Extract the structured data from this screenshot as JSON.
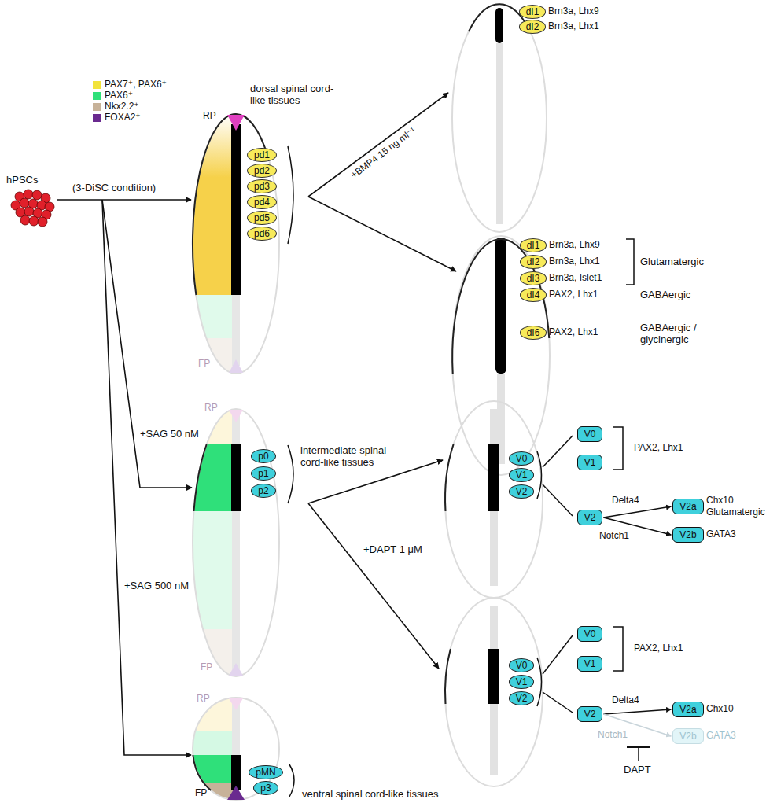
{
  "diagram": {
    "nodes": [
      {
        "text": [
          "pd1"
        ]
      },
      {
        "text": [
          "pd2"
        ]
      },
      {
        "text": [
          "pd3"
        ]
      },
      {
        "text": [
          "pd4"
        ]
      },
      {
        "text": [
          "pd5"
        ]
      },
      {
        "text": [
          "pd6"
        ]
      },
      {
        "text": [
          "dI1"
        ]
      },
      {
        "text": [
          "dI2"
        ]
      },
      {
        "text": [
          "dI1"
        ]
      },
      {
        "text": [
          "dI2"
        ]
      },
      {
        "text": [
          "dI3"
        ]
      },
      {
        "text": [
          "dI4"
        ]
      },
      {
        "text": [
          "dI6"
        ]
      },
      {
        "text": [
          "p0"
        ]
      },
      {
        "text": [
          "p1"
        ]
      },
      {
        "text": [
          "p2"
        ]
      },
      {
        "text": [
          "V0"
        ]
      },
      {
        "text": [
          "V1"
        ]
      },
      {
        "text": [
          "V2"
        ]
      },
      {
        "text": [
          "V0"
        ]
      },
      {
        "text": [
          "V1"
        ]
      },
      {
        "text": [
          "V2"
        ]
      },
      {
        "text": [
          "V2a"
        ]
      },
      {
        "text": [
          "V2b"
        ]
      },
      {
        "text": [
          "V0"
        ]
      },
      {
        "text": [
          "V1"
        ]
      },
      {
        "text": [
          "V2"
        ]
      },
      {
        "text": [
          "V0"
        ]
      },
      {
        "text": [
          "V1"
        ]
      },
      {
        "text": [
          "V2"
        ]
      },
      {
        "text": [
          "V2a"
        ]
      },
      {
        "text": [
          "V2b"
        ]
      },
      {
        "text": [
          "pMN"
        ]
      },
      {
        "text": [
          "p3"
        ]
      }
    ],
    "edges": [
      {
        "from": 21,
        "to": 22,
        "label": "Delta4",
        "arrow": "to"
      },
      {
        "from": 21,
        "to": 23,
        "label": "Notch1",
        "arrow": "to"
      },
      {
        "from": 29,
        "to": 30,
        "label": "Delta4",
        "arrow": "to"
      },
      {
        "from": 29,
        "to": 31,
        "label": "Notch1",
        "arrow": "to"
      }
    ],
    "labels": [
      "hPSCs",
      "(3-DiSC condition)",
      "dorsal spinal cord-like tissues",
      "RP",
      "FP",
      "+BMP4 15 ng ml⁻¹",
      "+SAG 50 nM",
      "+SAG 500 nM",
      "Brn3a, Lhx9",
      "Brn3a, Lhx1",
      "Brn3a, Lhx9",
      "Brn3a, Lhx1",
      "Brn3a, Islet1",
      "PAX2, Lhx1",
      "PAX2, Lhx1",
      "Glutamatergic",
      "GABAergic",
      "GABAergic / glycinergic",
      "RP",
      "intermediate spinal cord-like tissues",
      "FP",
      "PAX2, Lhx1",
      "Chx10",
      "Glutamatergic",
      "GATA3",
      "+DAPT 1 μM",
      "PAX2, Lhx1",
      "Chx10",
      "GATA3",
      "DAPT",
      "RP",
      "ventral spinal cord-like tissues",
      "FP"
    ],
    "legend": [
      {
        "text": "PAX7⁺, PAX6⁺",
        "color": "#f2e33c"
      },
      {
        "text": "PAX6⁺",
        "color": "#2fe07a"
      },
      {
        "text": "Nkx2.2⁺",
        "color": "#c7b299"
      },
      {
        "text": "FOXA2⁺",
        "color": "#6a2a8f"
      }
    ]
  }
}
